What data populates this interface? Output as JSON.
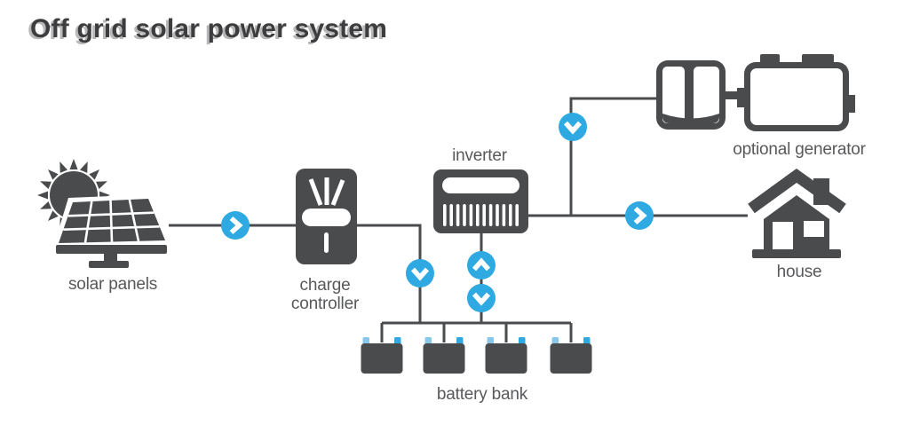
{
  "title": "Off grid solar power system",
  "colors": {
    "ink": "#4a4b4d",
    "label": "#58595b",
    "title": "#3d3d3f",
    "accent": "#2fa9e1",
    "accent-light": "#87c7ea",
    "bg": "#ffffff"
  },
  "nodes": {
    "solar_panels": {
      "label": "solar panels"
    },
    "charge_controller": {
      "label": "charge controller"
    },
    "inverter": {
      "label": "inverter"
    },
    "battery_bank": {
      "label": "battery bank",
      "battery_count": 4
    },
    "optional_generator": {
      "label": "optional generator"
    },
    "house": {
      "label": "house"
    }
  },
  "flows": [
    {
      "from": "solar panels",
      "to": "charge controller",
      "arrow": "right"
    },
    {
      "from": "charge controller",
      "to": "battery bank",
      "arrow": "down"
    },
    {
      "from": "battery bank",
      "to": "inverter",
      "arrow": "up"
    },
    {
      "from": "inverter",
      "to": "battery bank",
      "arrow": "down"
    },
    {
      "from": "optional generator",
      "to": "house line",
      "arrow": "down"
    },
    {
      "from": "inverter",
      "to": "house",
      "arrow": "right"
    }
  ]
}
